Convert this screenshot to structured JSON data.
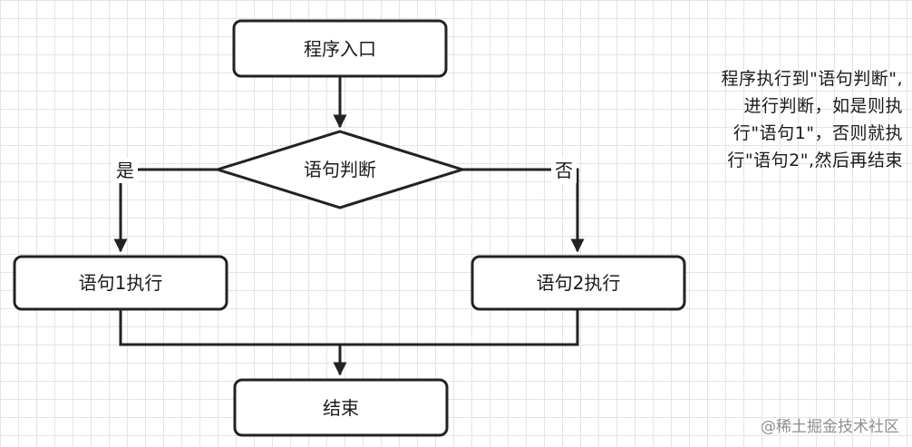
{
  "nodes": {
    "start": "程序入口",
    "decision": "语句判断",
    "statement1": "语句1执行",
    "statement2": "语句2执行",
    "end": "结束"
  },
  "branches": {
    "yes": "是",
    "no": "否"
  },
  "note": {
    "lines": [
      "程序执行到\"语句判断\",",
      "进行判断，如是则执",
      "行\"语句1\"，否则就执",
      "行\"语句2\",然后再结束"
    ]
  },
  "watermark": "@稀土掘金技术社区"
}
